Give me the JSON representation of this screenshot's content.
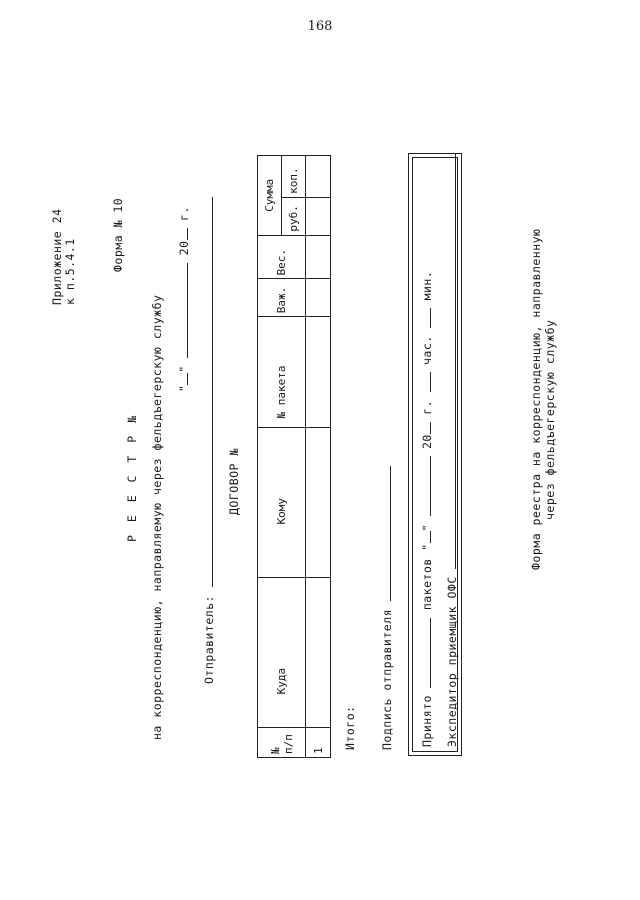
{
  "page_number": "168",
  "appendix": {
    "line1": "Приложение 24",
    "line2": "к п.5.4.1"
  },
  "form_label": "Форма № 10",
  "register": {
    "title": "Р Е Е С Т Р №",
    "subtitle": "на корреспонденцию, направляемую через фельдъегерскую службу",
    "date_prefix": "\"",
    "date_mid": "\"",
    "date_year": "20",
    "date_suffix": "г."
  },
  "sender_label": "Отправитель:",
  "contract_label": "ДОГОВОР №",
  "table": {
    "headers": {
      "num": "№",
      "num2": "п/п",
      "where": "Куда",
      "whom": "Кому",
      "packet": "№ пакета",
      "importance": "Важ.",
      "weight": "Вес.",
      "sum": "Сумма",
      "rub": "руб.",
      "kop": "коп."
    },
    "rows": [
      {
        "num": "1"
      }
    ]
  },
  "total_label": "Итого:",
  "signature_label": "Подпись отправителя",
  "acceptance": {
    "accepted": "Принято",
    "packets": "пакетов \"",
    "quote": "\"",
    "year": "20",
    "g": "г.",
    "hours": "час.",
    "minutes": "мин.",
    "expeditor": "Экспедитор приемщик ОФС"
  },
  "caption": {
    "line1": "Форма реестра на корреспонденцию, направленную",
    "line2": "через фельдъегерскую службу"
  }
}
